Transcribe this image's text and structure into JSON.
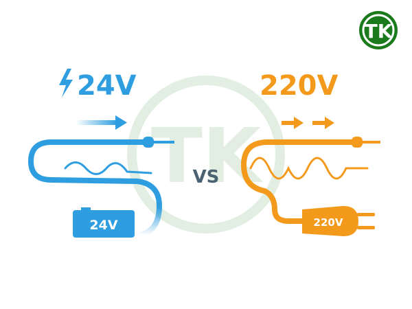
{
  "logo": {
    "text": "TK",
    "color": "#1b7a1b"
  },
  "left": {
    "title": "24V",
    "battery_label": "24V",
    "color": "#2f9ee0"
  },
  "center": {
    "vs_label": "VS"
  },
  "right": {
    "title": "220V",
    "plug_label": "220V",
    "color": "#f39a1c"
  },
  "watermark": {
    "text": "TK"
  }
}
